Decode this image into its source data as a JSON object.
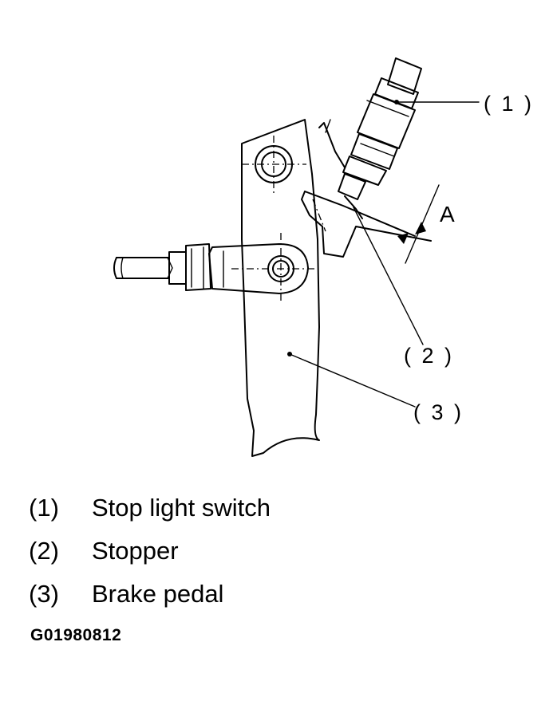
{
  "diagram": {
    "callouts": [
      {
        "label": "( 1 )"
      },
      {
        "label": "( 2 )"
      },
      {
        "label": "( 3 )"
      }
    ],
    "dimension_label": "A"
  },
  "legend": [
    {
      "number": "(1)",
      "text": "Stop light switch"
    },
    {
      "number": "(2)",
      "text": "Stopper"
    },
    {
      "number": "(3)",
      "text": "Brake pedal"
    }
  ],
  "figure_code": "G01980812"
}
